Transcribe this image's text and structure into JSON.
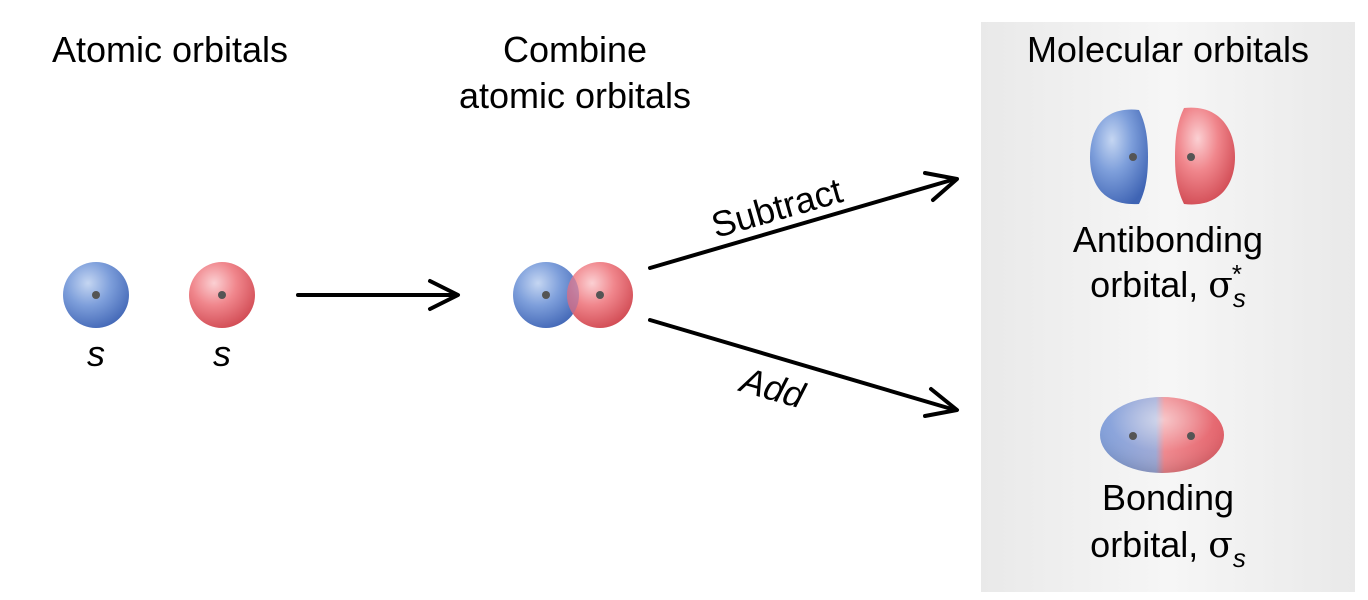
{
  "sections": {
    "atomic_title": "Atomic orbitals",
    "combine_title_line1": "Combine",
    "combine_title_line2": "atomic orbitals",
    "molecular_title": "Molecular orbitals"
  },
  "atomic_orbitals": [
    {
      "label": "s",
      "color": "#4f79c6"
    },
    {
      "label": "s",
      "color": "#e25a62"
    }
  ],
  "operations": {
    "subtract_label": "Subtract",
    "add_label": "Add"
  },
  "antibonding": {
    "line1": "Antibonding",
    "line2": "orbital, ",
    "symbol": "σ",
    "subscript": "s",
    "superscript": "*"
  },
  "bonding": {
    "line1": "Bonding",
    "line2": "orbital, ",
    "symbol": "σ",
    "subscript": "s"
  },
  "colors": {
    "blue": "#4f79c6",
    "red": "#e25a62",
    "panel": "#f0f0f0",
    "nucleus": "#555555"
  }
}
